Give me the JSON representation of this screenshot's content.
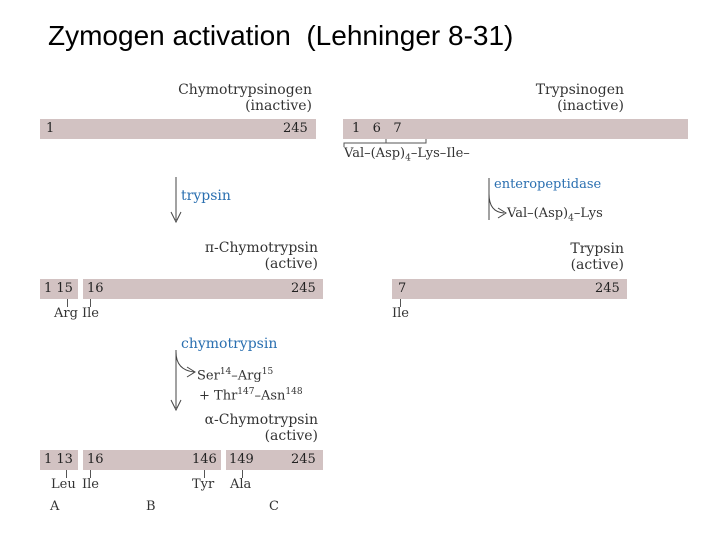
{
  "title": "Zymogen activation  (Lehninger 8-31)",
  "left": {
    "zymogen_name": "Chymotrypsinogen",
    "zymogen_state": "(inactive)",
    "bar1_start": "1",
    "bar1_end": "245",
    "enzyme1": "trypsin",
    "pi_name": "π-Chymotrypsin",
    "pi_state": "(active)",
    "pi_num_a": "1 15",
    "pi_num_b": "16",
    "pi_num_c": "245",
    "pi_res_a": "Arg",
    "pi_res_b": "Ile",
    "enzyme2": "chymotrypsin",
    "release_line1_a": "Ser",
    "release_line1_sup1": "14",
    "release_line1_b": "–Arg",
    "release_line1_sup2": "15",
    "release_line2_a": "+ Thr",
    "release_line2_sup1": "147",
    "release_line2_b": "–Asn",
    "release_line2_sup2": "148",
    "alpha_name": "α-Chymotrypsin",
    "alpha_state": "(active)",
    "alpha_num_a": "1 13",
    "alpha_num_b": "16",
    "alpha_num_c": "146",
    "alpha_num_d": "149",
    "alpha_num_e": "245",
    "alpha_res_a": "Leu",
    "alpha_res_b": "Ile",
    "alpha_res_c": "Tyr",
    "alpha_res_d": "Ala",
    "chain_a": "A",
    "chain_b": "B",
    "chain_c": "C"
  },
  "right": {
    "zymogen_name": "Trypsinogen",
    "zymogen_state": "(inactive)",
    "bar_nums": "1   6   7",
    "peptide_a": "Val–(Asp)",
    "peptide_sub": "4",
    "peptide_b": "–Lys–Ile–",
    "enzyme": "enteropeptidase",
    "released_a": "Val–(Asp)",
    "released_sub": "4",
    "released_b": "–Lys",
    "active_name": "Trypsin",
    "active_state": "(active)",
    "active_num_a": "7",
    "active_num_b": "245",
    "active_res": "Ile"
  },
  "colors": {
    "bar": "#d2c2c2",
    "enzyme_label": "#2a6fb0"
  }
}
